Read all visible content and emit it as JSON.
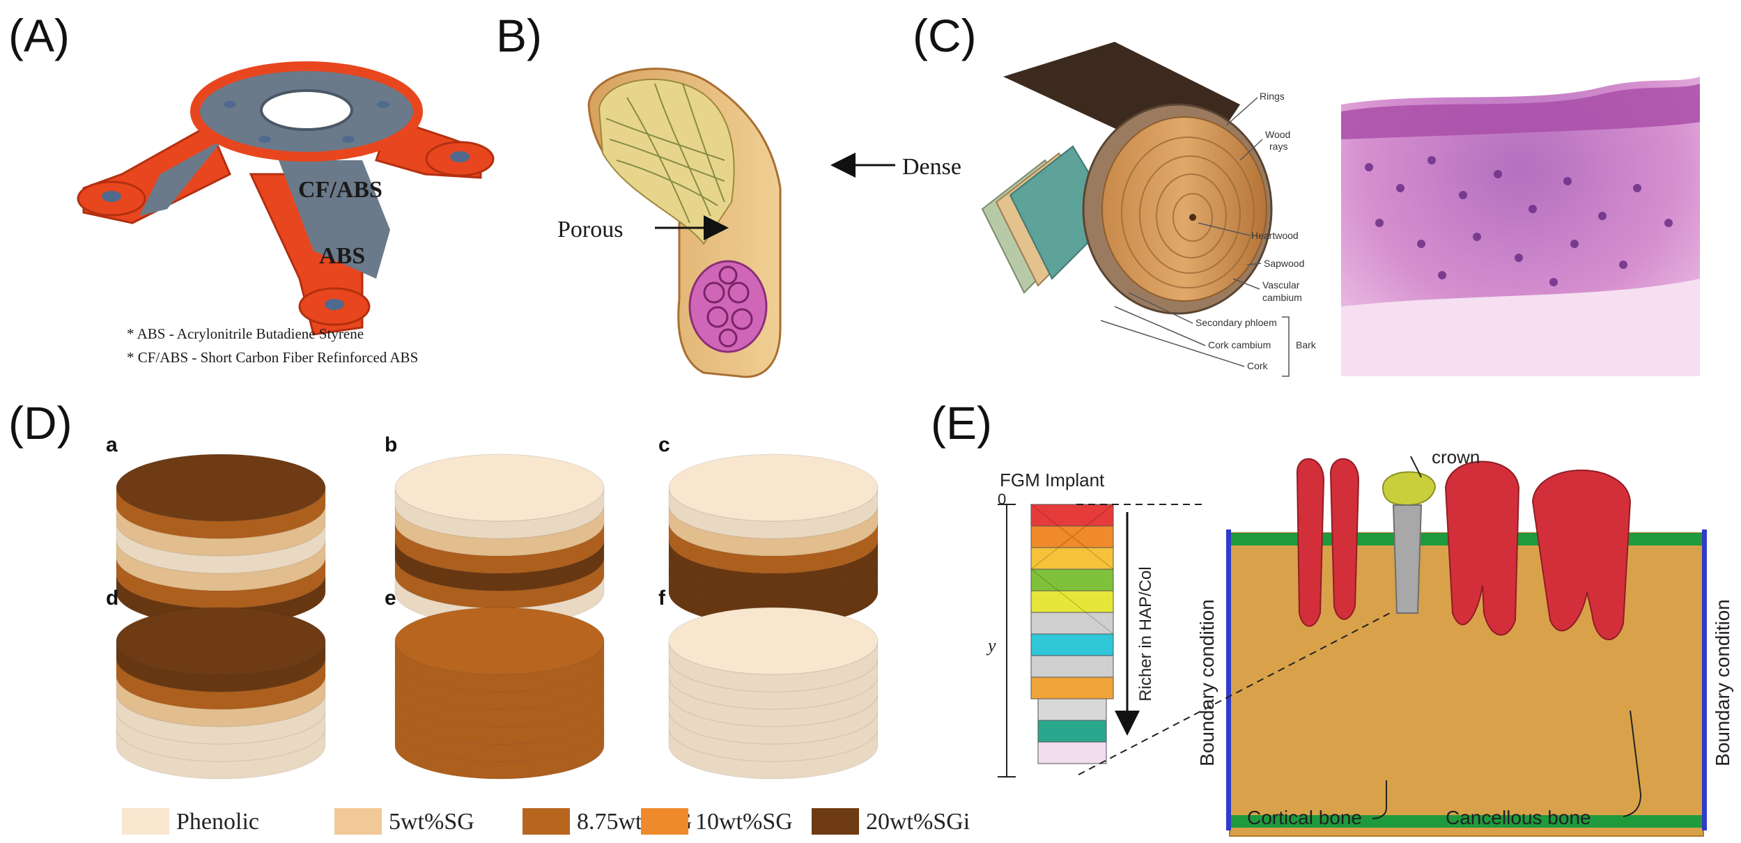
{
  "panels": {
    "A": {
      "label": "(A)",
      "parts": {
        "top": "CF/ABS",
        "bottom": "ABS"
      },
      "notes": [
        "* ABS - Acrylonitrile Butadiene Styrene",
        "* CF/ABS - Short Carbon Fiber Refinforced ABS"
      ],
      "colors": {
        "grey": "#6b7a8a",
        "orange": "#e8461e"
      }
    },
    "B": {
      "label": "B)",
      "arrows": {
        "dense": "Dense",
        "porous": "Porous"
      }
    },
    "C": {
      "label": "(C)",
      "wood_labels": [
        "Rings",
        "Wood",
        "rays",
        "Heartwood",
        "Sapwood",
        "Vascular",
        "cambium",
        "Secondary phloem",
        "Cork cambium",
        "Cork",
        "Bark"
      ]
    },
    "D": {
      "label": "(D)",
      "sublabels": [
        "a",
        "b",
        "c",
        "d",
        "e",
        "f"
      ],
      "legend": [
        {
          "name": "Phenolic",
          "color": "#f8e6cf"
        },
        {
          "name": "5wt%SG",
          "color": "#f1c996"
        },
        {
          "name": "8.75wt%SG",
          "color": "#b8651f"
        },
        {
          "name": "10wt%SG",
          "color": "#ee8a2b"
        },
        {
          "name": "20wt%SGi",
          "color": "#6e3b14"
        }
      ]
    },
    "E": {
      "label": "(E)",
      "implant_title": "FGM Implant",
      "axis_zero": "0",
      "axis_y": "y",
      "gradient_label": "Richer in HAP/Col",
      "crown": "crown",
      "boundary_left": "Boundary condition",
      "boundary_right": "Boundary condition",
      "cortical": "Cortical bone",
      "cancellous": "Cancellous bone"
    }
  }
}
